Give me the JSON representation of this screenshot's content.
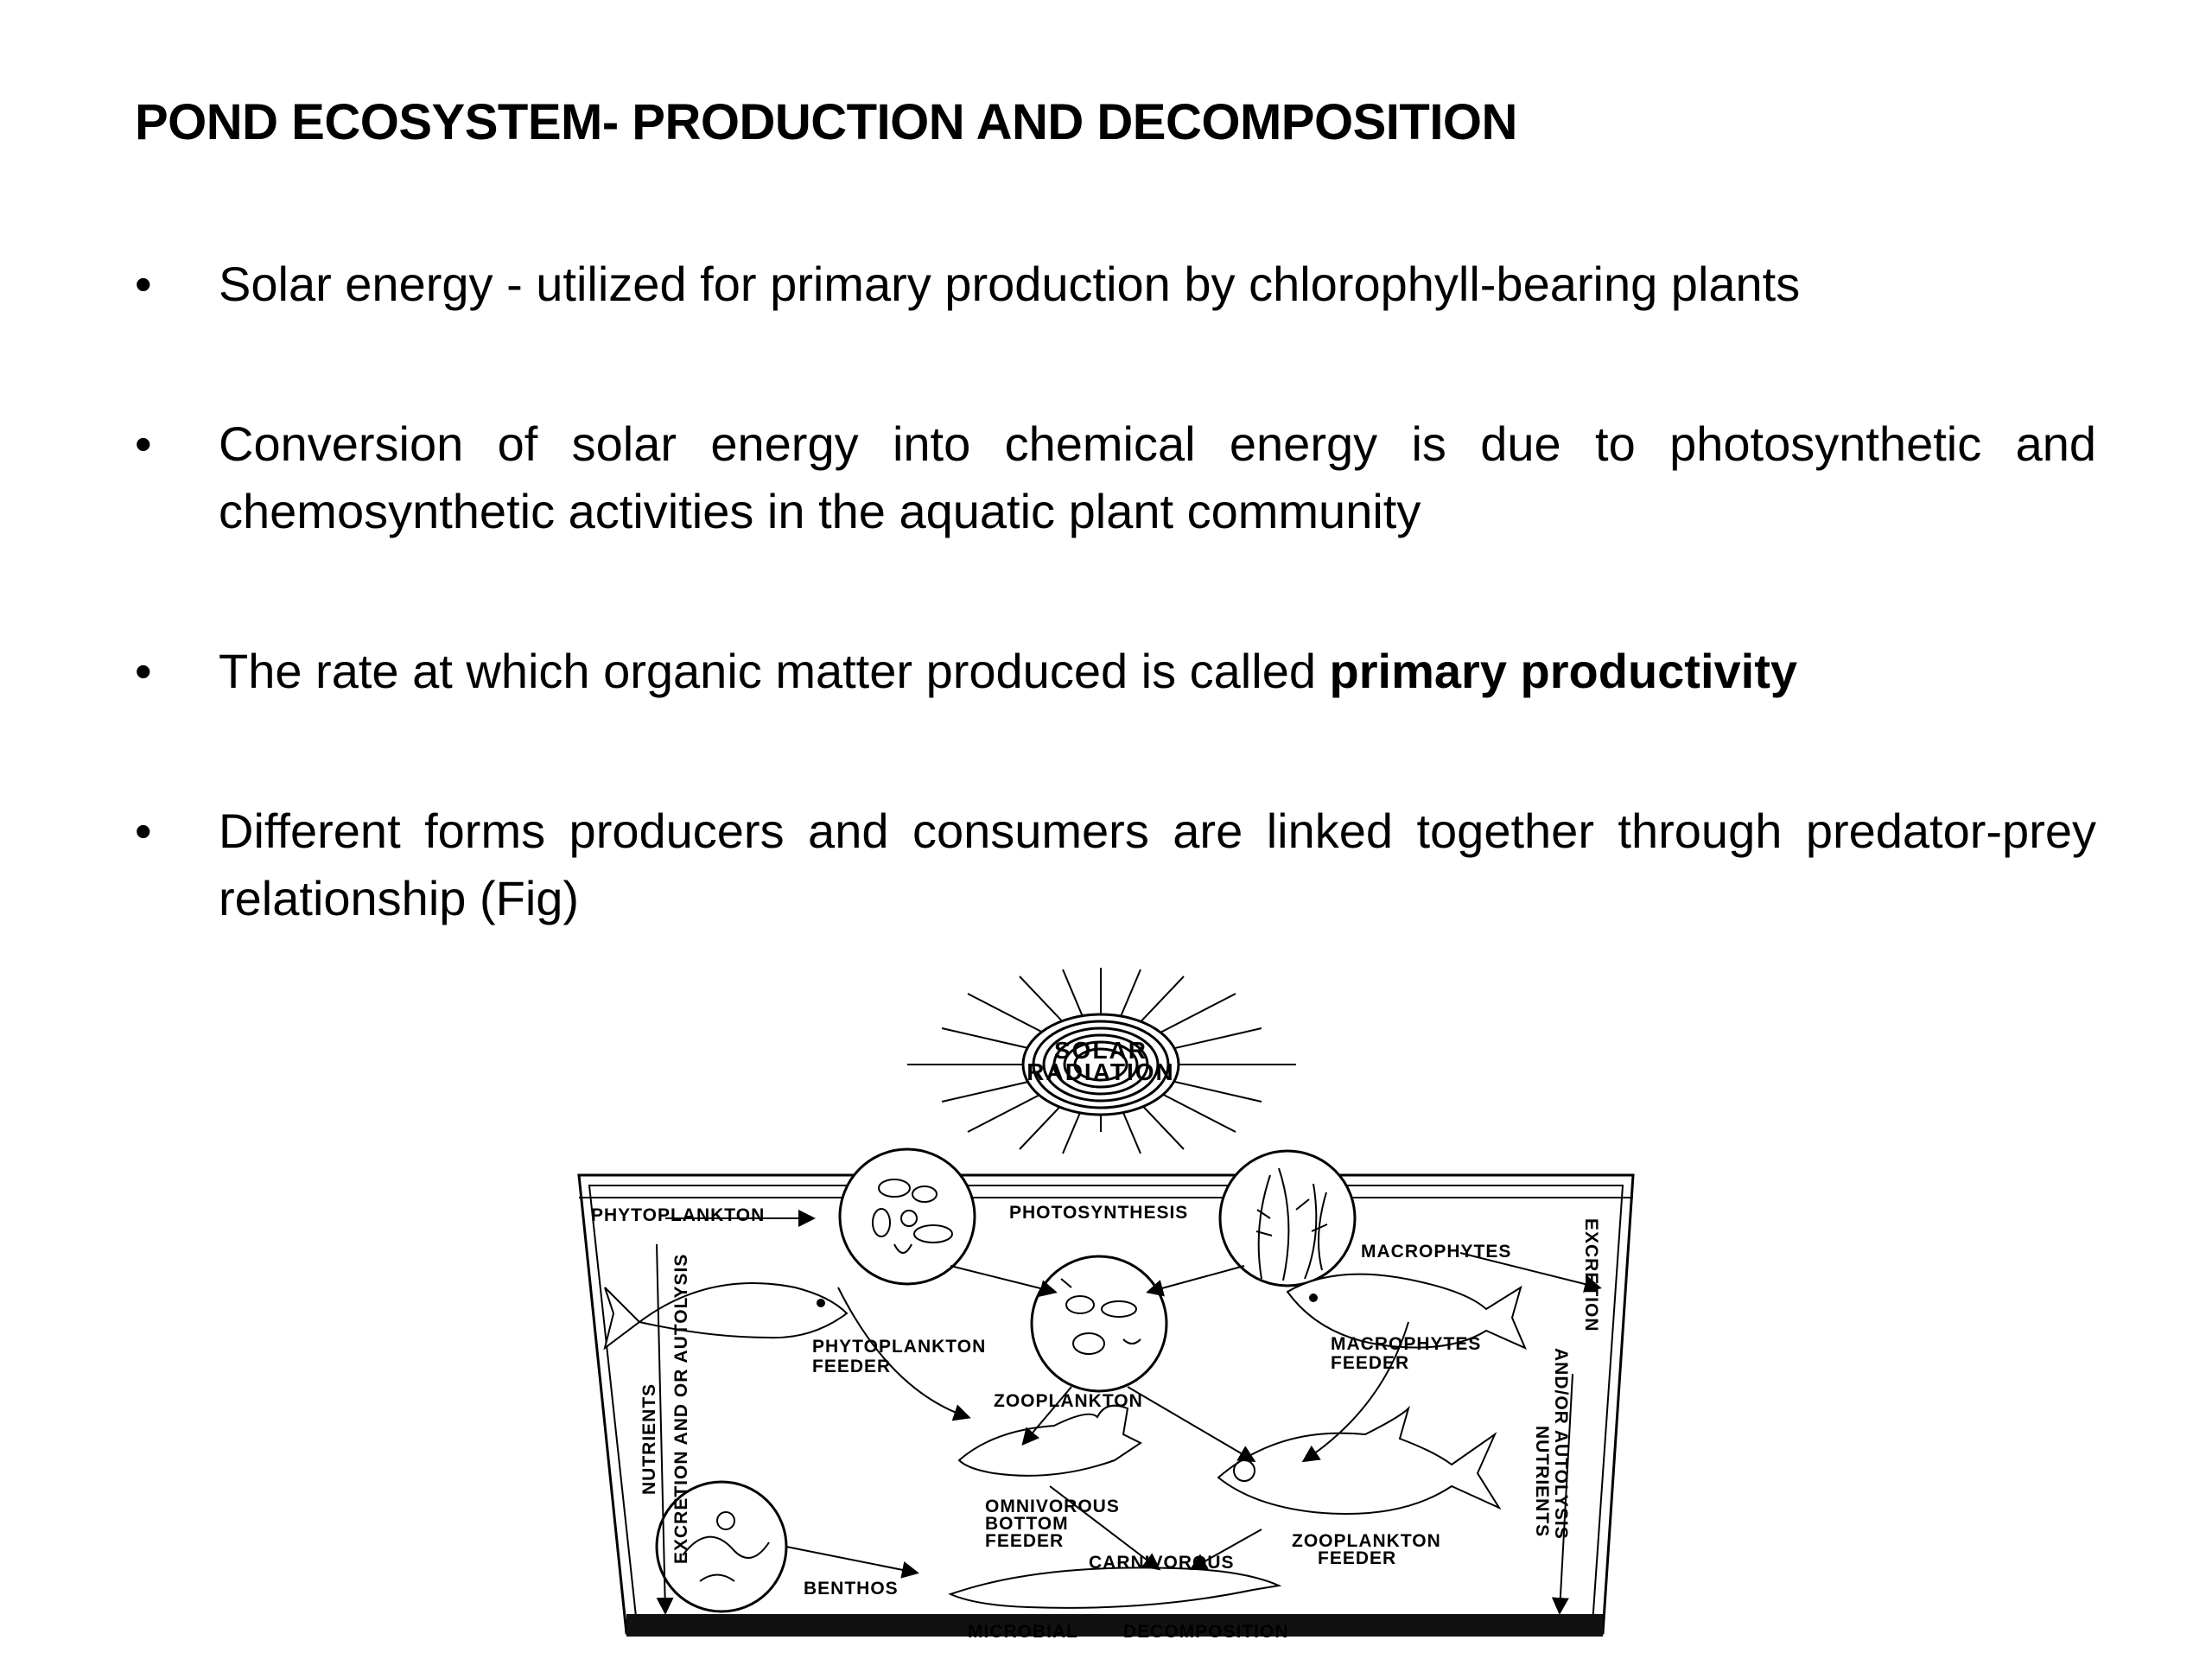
{
  "title": "POND ECOSYSTEM- PRODUCTION AND DECOMPOSITION",
  "bullet_glyph": "•",
  "bullets": [
    {
      "text": "Solar energy - utilized for primary production by chlorophyll-bearing plants",
      "bold": ""
    },
    {
      "text": "Conversion of solar energy into chemical energy is due to photosynthetic and chemosynthetic activities in the aquatic plant community",
      "bold": ""
    },
    {
      "text": "The rate at which organic matter produced is called ",
      "bold": "primary productivity"
    },
    {
      "text": "Different forms producers and consumers are linked together through predator-prey relationship (Fig)",
      "bold": ""
    }
  ],
  "figure": {
    "sun_line1": "SOLAR",
    "sun_line2": "RADIATION",
    "phytoplankton": "PHYTOPLANKTON",
    "photosynthesis": "PHOTOSYNTHESIS",
    "macrophytes": "MACROPHYTES",
    "phytoplankton_feeder_1": "PHYTOPLANKTON",
    "phytoplankton_feeder_2": "FEEDER",
    "zooplankton": "ZOOPLANKTON",
    "macrophytes_feeder_1": "MACROPHYTES",
    "macrophytes_feeder_2": "FEEDER",
    "omnivorous_1": "OMNIVOROUS",
    "omnivorous_2": "BOTTOM",
    "omnivorous_3": "FEEDER",
    "carnivorous": "CARNIVOROUS",
    "zooplankton_feeder_1": "ZOOPLANKTON",
    "zooplankton_feeder_2": "FEEDER",
    "benthos": "BENTHOS",
    "microbial": "MICROBIAL",
    "decomposition": "DECOMPOSITION",
    "left_side_1": "NUTRIENTS",
    "left_side_2": "EXCRETION AND OR AUTOLYSIS",
    "right_side_1": "EXCRETION",
    "right_side_2": "AND/OR AUTOLYSIS",
    "right_side_3": "NUTRIENTS"
  }
}
